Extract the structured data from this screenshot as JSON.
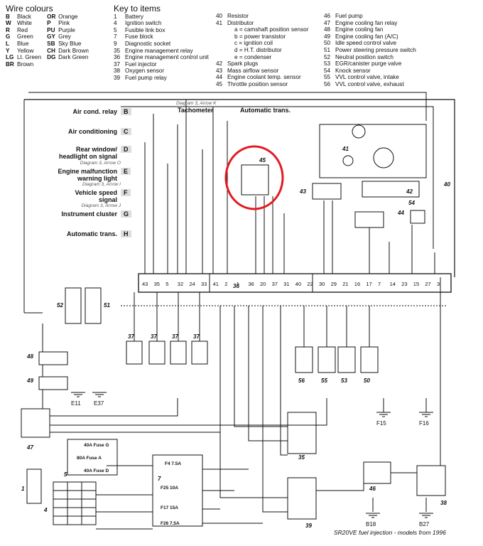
{
  "wire_colours": {
    "title": "Wire colours",
    "left": [
      {
        "code": "B",
        "name": "Black"
      },
      {
        "code": "W",
        "name": "White"
      },
      {
        "code": "R",
        "name": "Red"
      },
      {
        "code": "G",
        "name": "Green"
      },
      {
        "code": "L",
        "name": "Blue"
      },
      {
        "code": "Y",
        "name": "Yellow"
      },
      {
        "code": "LG",
        "name": "Lt. Green"
      },
      {
        "code": "BR",
        "name": "Brown"
      }
    ],
    "right": [
      {
        "code": "OR",
        "name": "Orange"
      },
      {
        "code": "P",
        "name": "Pink"
      },
      {
        "code": "PU",
        "name": "Purple"
      },
      {
        "code": "GY",
        "name": "Grey"
      },
      {
        "code": "SB",
        "name": "Sky Blue"
      },
      {
        "code": "CH",
        "name": "Dark Brown"
      },
      {
        "code": "DG",
        "name": "Dark Green"
      }
    ]
  },
  "key": {
    "title": "Key to items",
    "col1": [
      {
        "n": "1",
        "t": "Battery"
      },
      {
        "n": "4",
        "t": "Ignition switch"
      },
      {
        "n": "5",
        "t": "Fusible link box"
      },
      {
        "n": "7",
        "t": "Fuse block"
      },
      {
        "n": "9",
        "t": "Diagnostic socket"
      },
      {
        "n": "35",
        "t": "Engine management relay"
      },
      {
        "n": "36",
        "t": "Engine management control unit"
      },
      {
        "n": "37",
        "t": "Fuel injector"
      },
      {
        "n": "38",
        "t": "Oxygen sensor"
      },
      {
        "n": "39",
        "t": "Fuel pump relay"
      }
    ],
    "col2": [
      {
        "n": "40",
        "t": "Resistor"
      },
      {
        "n": "41",
        "t": "Distributor"
      },
      {
        "n": "",
        "t": "a = camshaft position sensor"
      },
      {
        "n": "",
        "t": "b = power transistor"
      },
      {
        "n": "",
        "t": "c = ignition coil"
      },
      {
        "n": "",
        "t": "d = H.T. distributor"
      },
      {
        "n": "",
        "t": "e = condenser"
      },
      {
        "n": "42",
        "t": "Spark plugs"
      },
      {
        "n": "43",
        "t": "Mass airflow sensor"
      },
      {
        "n": "44",
        "t": "Engine coolant temp. sensor"
      },
      {
        "n": "45",
        "t": "Throttle position sensor"
      }
    ],
    "col3": [
      {
        "n": "46",
        "t": "Fuel pump"
      },
      {
        "n": "47",
        "t": "Engine cooling fan relay"
      },
      {
        "n": "48",
        "t": "Engine cooling fan"
      },
      {
        "n": "49",
        "t": "Engine cooling fan (A/C)"
      },
      {
        "n": "50",
        "t": "Idle speed control valve"
      },
      {
        "n": "51",
        "t": "Power steering pressure switch"
      },
      {
        "n": "52",
        "t": "Neutral position switch"
      },
      {
        "n": "53",
        "t": "EGR/canister purge valve"
      },
      {
        "n": "54",
        "t": "Knock sensor"
      },
      {
        "n": "55",
        "t": "VVL control valve, intake"
      },
      {
        "n": "56",
        "t": "VVL control valve, exhaust"
      }
    ]
  },
  "left_labels": [
    {
      "id": "B",
      "text": "Air cond. relay"
    },
    {
      "id": "C",
      "text": "Air conditioning"
    },
    {
      "id": "D",
      "text": "Rear window/\nheadlight on signal"
    },
    {
      "id": "E",
      "text": "Engine malfunction\nwarning light",
      "ref": "Diagram 3, Arrow O"
    },
    {
      "id": "F",
      "text": "Vehicle speed\nsignal",
      "ref": "Diagram 3, Arrow I"
    },
    {
      "id": "G",
      "text": "Instrument cluster",
      "ref": "Diagram 3, Arrow J"
    },
    {
      "id": "H",
      "text": "Automatic trans."
    }
  ],
  "top_refs": {
    "tacho_ref": "Diagram 3, Arrow K",
    "tacho": "Tachometer",
    "auto": "Automatic trans."
  },
  "ecu_pins": [
    "43",
    "35",
    "5",
    "32",
    "24",
    "33",
    "41",
    "2",
    "1",
    "36",
    "20",
    "37",
    "31",
    "40",
    "22",
    "30",
    "29",
    "21",
    "16",
    "17",
    "7",
    "14",
    "23",
    "15",
    "27",
    "3"
  ],
  "injector_label": "37",
  "valve_labels": [
    "56",
    "55",
    "53",
    "50"
  ],
  "fuses": {
    "f40g": "40A Fuse G",
    "f80a": "80A Fuse A",
    "f40d": "40A Fuse D",
    "f47": "F4 7.5A",
    "f25": "F25 10A",
    "f17": "F17 15A",
    "f26": "F26 7.5A"
  },
  "grounds": [
    "E11",
    "E37",
    "F15",
    "F16",
    "B18",
    "B27"
  ],
  "caption": "SR20VE fuel injection - models from 1996"
}
